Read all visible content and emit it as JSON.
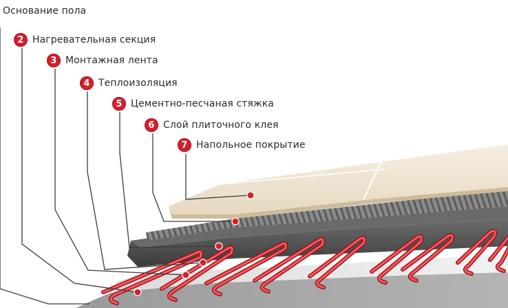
{
  "layers": [
    {
      "number": "",
      "label": "Основание пола"
    },
    {
      "number": "2",
      "label": "Нагревательная секция"
    },
    {
      "number": "3",
      "label": "Монтажная лента"
    },
    {
      "number": "4",
      "label": "Теплоизоляция"
    },
    {
      "number": "5",
      "label": "Цементно-песчаная стяжка"
    },
    {
      "number": "6",
      "label": "Слой плиточного клея"
    },
    {
      "number": "7",
      "label": "Напольное покрытие"
    }
  ],
  "colors": {
    "accent": "#d51f2c",
    "cable": "#e0303a",
    "leader_line": "#3a3a3a",
    "tile": "#efe5d2",
    "adhesive": "#7c7c7c",
    "screed": "#555555",
    "insulation": "#e6e6e6",
    "base": "#8e8e8e"
  }
}
